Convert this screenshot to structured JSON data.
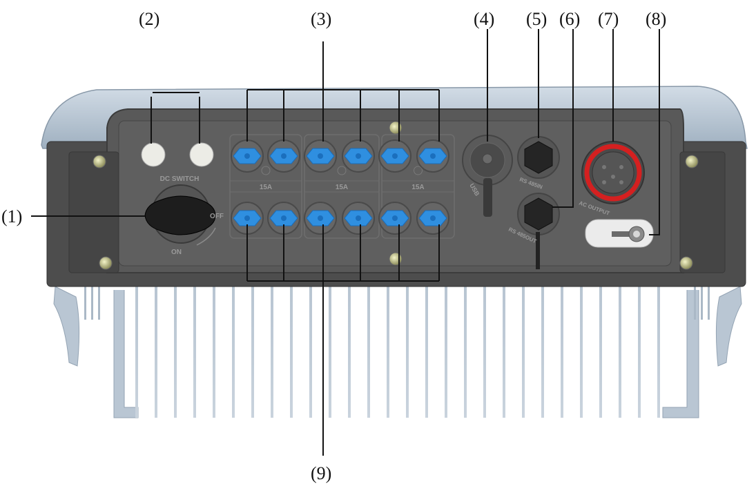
{
  "callouts": [
    "(1)",
    "(2)",
    "(3)",
    "(4)",
    "(5)",
    "(6)",
    "(7)",
    "(8)",
    "(9)"
  ],
  "panel_labels": {
    "dc_switch": "DC SWITCH",
    "switch_off": "OFF",
    "switch_on": "ON",
    "fuse_rating": "15A",
    "usb": "USB",
    "rs485_in": "RS 485IN",
    "rs485_out": "RS 485OUT",
    "ac_output": "AC OUTPUT"
  },
  "colors": {
    "lid": "#b9c6d3",
    "housing": "#505050",
    "panel": "#5a5a5a",
    "connector": "#2f8fe0",
    "ac_ring": "#d42020",
    "leader": "#111111"
  }
}
